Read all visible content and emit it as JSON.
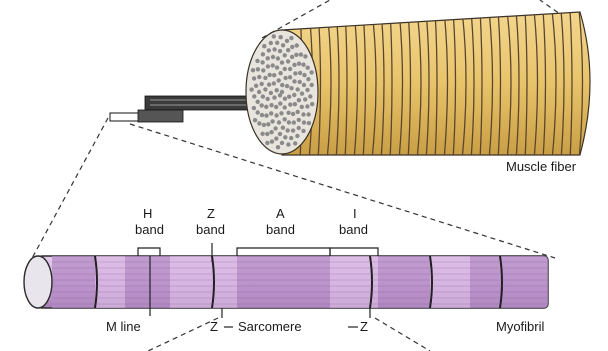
{
  "labels": {
    "muscle_fiber": "Muscle fiber",
    "myofibril": "Myofibril",
    "h_band_1": "H",
    "h_band_2": "band",
    "z_band_1": "Z",
    "z_band_2": "band",
    "a_band_1": "A",
    "a_band_2": "band",
    "i_band_1": "I",
    "i_band_2": "band",
    "m_line": "M line",
    "z_left": "Z",
    "sarcomere": "Sarcomere",
    "z_right": "Z"
  },
  "colors": {
    "fiber_fill": "#e8c36a",
    "fiber_stripe": "#3a3126",
    "myofibril_light": "#d9b8e3",
    "myofibril_dark": "#b58cc6",
    "outline": "#2b2b2b"
  }
}
